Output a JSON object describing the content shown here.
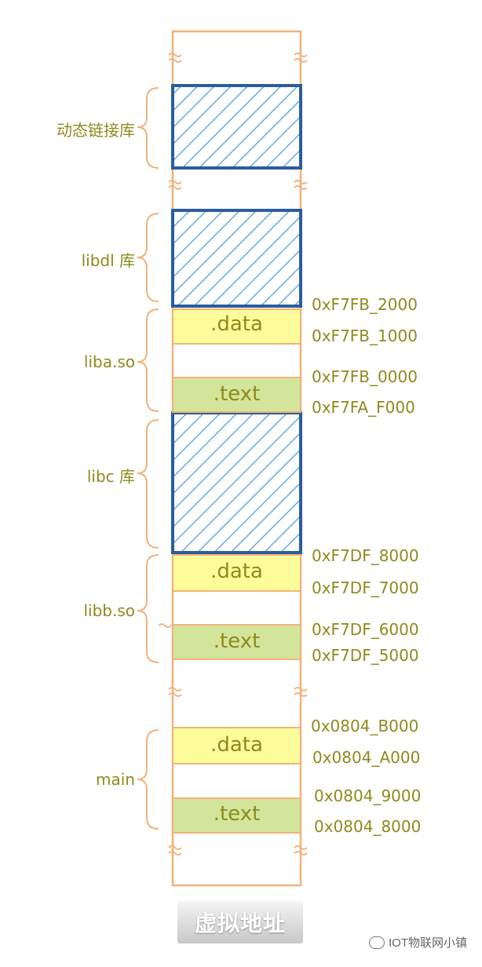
{
  "regions": [
    {
      "id": "dyn",
      "label": "动态链接库"
    },
    {
      "id": "libdl",
      "label": "libdl 库"
    },
    {
      "id": "liba",
      "label": "liba.so"
    },
    {
      "id": "libc",
      "label": "libc 库"
    },
    {
      "id": "libb",
      "label": "libb.so"
    },
    {
      "id": "main",
      "label": "main"
    }
  ],
  "segments": {
    "liba_data": ".data",
    "liba_text": ".text",
    "libb_data": ".data",
    "libb_text": ".text",
    "main_data": ".data",
    "main_text": ".text"
  },
  "addresses": [
    "0xF7FB_2000",
    "0xF7FB_1000",
    "0xF7FB_0000",
    "0xF7FA_F000",
    "0xF7DF_8000",
    "0xF7DF_7000",
    "0xF7DF_6000",
    "0xF7DF_5000",
    "0x0804_B000",
    "0x0804_A000",
    "0x0804_9000",
    "0x0804_8000"
  ],
  "footer": {
    "title": "虚拟地址"
  },
  "watermark": {
    "text": "IOT物联网小镇"
  },
  "colors": {
    "column_border": "#f2b27a",
    "hatch": "#4a9be0",
    "hatch_border": "#2a5e9c",
    "data_fill": "#fdfc9a",
    "text_fill": "#d3e59a",
    "label": "#8e8a1d"
  }
}
